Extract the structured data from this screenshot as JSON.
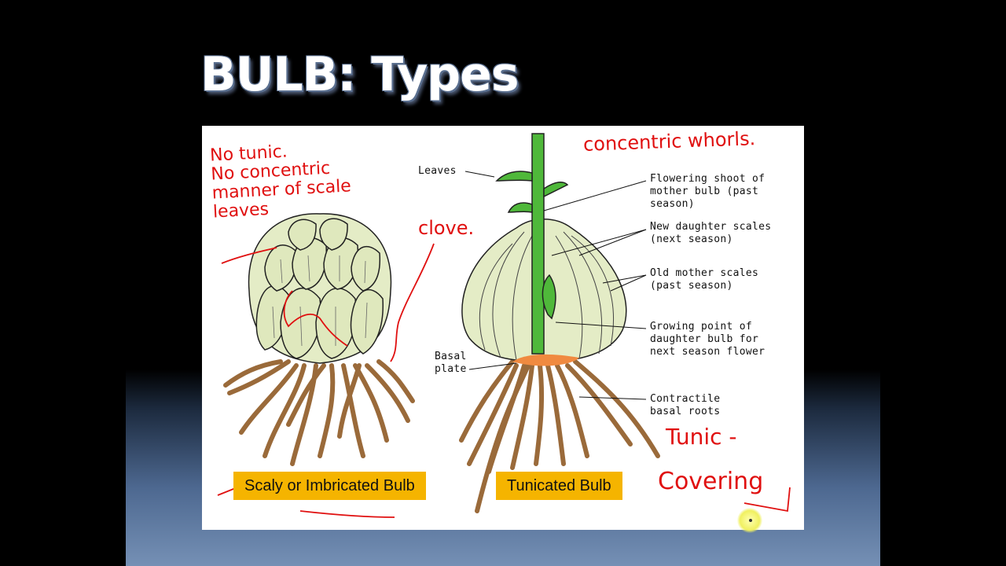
{
  "slide": {
    "title": "BULB: Types"
  },
  "diagram": {
    "labels": {
      "leaves": "Leaves",
      "flowering_shoot": "Flowering shoot of\nmother bulb (past\nseason)",
      "new_daughter_scales": "New daughter scales\n(next season)",
      "old_mother_scales": "Old mother scales\n(past season)",
      "growing_point": "Growing point of\ndaughter bulb for\nnext season flower",
      "basal_plate": "Basal\nplate",
      "contractile_roots": "Contractile\nbasal roots"
    },
    "captions": {
      "scaly": "Scaly or Imbricated Bulb",
      "tunicated": "Tunicated Bulb"
    },
    "annotations": {
      "no_tunic": "No tunic.\nNo concentric\nmanner of scale\nleaves",
      "clove": "clove.",
      "concentric": "concentric whorls.",
      "tunic": "Tunic -",
      "covering": "Covering"
    },
    "colors": {
      "scale_fill": "#e4ecc6",
      "root_fill": "#9a6a3a",
      "stem_green": "#4fb83a",
      "basal_plate": "#f08a40",
      "caption_bg": "#f5b400",
      "ink_red": "#e01010"
    }
  }
}
